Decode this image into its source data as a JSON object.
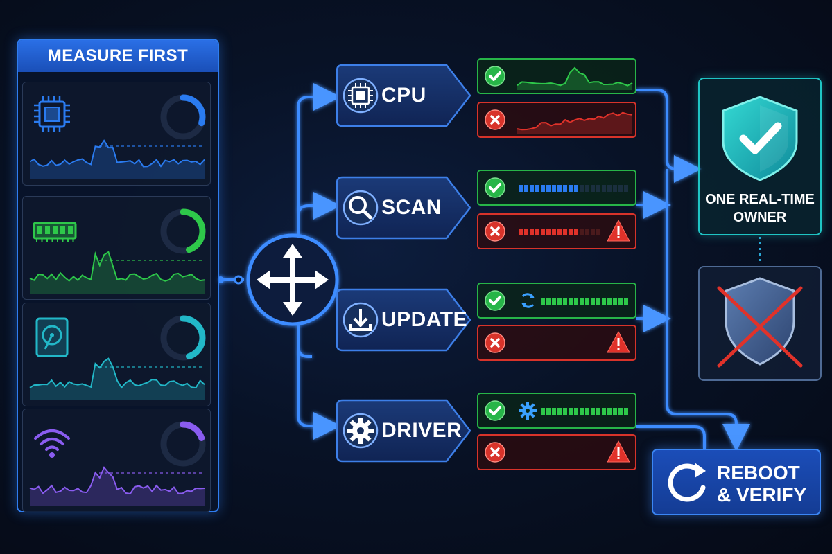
{
  "panel": {
    "title": "MEASURE FIRST"
  },
  "metrics": [
    {
      "icon": "cpu-chip-icon",
      "color": "#2a7bf0",
      "gauge_fraction": 0.3
    },
    {
      "icon": "memory-module-icon",
      "color": "#2ec84a",
      "gauge_fraction": 0.45
    },
    {
      "icon": "hard-drive-icon",
      "color": "#22b8c8",
      "gauge_fraction": 0.45
    },
    {
      "icon": "wifi-icon",
      "color": "#8a5cf0",
      "gauge_fraction": 0.2
    }
  ],
  "hub": {
    "icon": "move-arrows-icon"
  },
  "steps": [
    {
      "label": "CPU",
      "icon": "processor-icon"
    },
    {
      "label": "SCAN",
      "icon": "magnifier-icon"
    },
    {
      "label": "UPDATE",
      "icon": "download-icon"
    },
    {
      "label": "DRIVER",
      "icon": "gear-icon"
    }
  ],
  "results": [
    {
      "ok": {
        "icon": "check-circle-icon",
        "visual": "sparkline"
      },
      "fail": {
        "icon": "x-circle-icon",
        "visual": "sparkline",
        "warning": false
      }
    },
    {
      "ok": {
        "icon": "check-circle-icon",
        "visual": "progress",
        "progress": 0.55,
        "lead_icon": ""
      },
      "fail": {
        "icon": "x-circle-icon",
        "visual": "progress",
        "progress": 0.75,
        "warning": true,
        "warning_icon": "warning-triangle-icon"
      }
    },
    {
      "ok": {
        "icon": "check-circle-icon",
        "visual": "progress",
        "progress": 1.0,
        "lead_icon": "sync-arrows-icon"
      },
      "fail": {
        "icon": "x-circle-icon",
        "visual": "none",
        "warning": true,
        "warning_icon": "warning-triangle-icon"
      }
    },
    {
      "ok": {
        "icon": "check-circle-icon",
        "visual": "progress",
        "progress": 1.0,
        "lead_icon": "gear-icon"
      },
      "fail": {
        "icon": "x-circle-icon",
        "visual": "none",
        "warning": true,
        "warning_icon": "warning-triangle-icon"
      }
    }
  ],
  "owner": {
    "icon": "shield-check-icon",
    "line1": "ONE REAL-TIME",
    "line2": "OWNER"
  },
  "disabled": {
    "icon": "shield-crossed-icon"
  },
  "reboot": {
    "icon": "refresh-icon",
    "line1": "REBOOT",
    "line2": "& VERIFY"
  },
  "colors": {
    "accent": "#2f7df0",
    "ok": "#27b548",
    "fail": "#d8332a",
    "teal": "#1fc4c4"
  }
}
